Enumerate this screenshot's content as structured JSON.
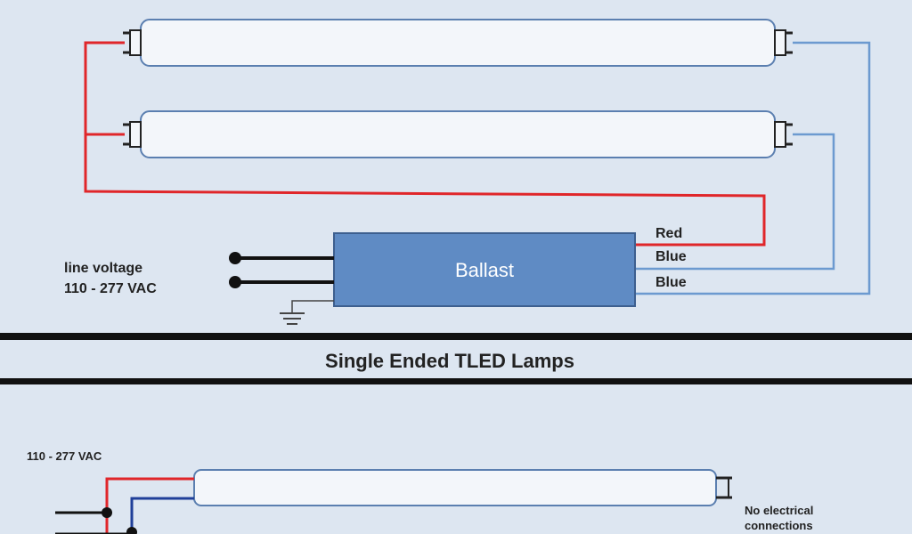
{
  "colors": {
    "background": "#dde6f1",
    "tube_fill": "#f3f6fa",
    "tube_stroke": "#5b7fb0",
    "ballast_fill": "#5f8bc4",
    "ballast_stroke": "#3d5f8f",
    "wire_red": "#e0262a",
    "wire_blue": "#6c9ad0",
    "wire_dark_blue": "#1f3f99",
    "wire_black": "#111111",
    "divider": "#111111"
  },
  "ballast": {
    "label": "Ballast"
  },
  "wire_labels": {
    "red": "Red",
    "blue_1": "Blue",
    "blue_2": "Blue"
  },
  "line_voltage": {
    "line1": "line voltage",
    "line2": "110 - 277 VAC"
  },
  "section_title": "Single Ended TLED Lamps",
  "tled": {
    "voltage_label": "110 - 277 VAC",
    "no_connection_line1": "No electrical",
    "no_connection_line2": "connections"
  },
  "icons": [
    "ground-icon",
    "terminal-dot-icon",
    "lamp-pin-icon"
  ]
}
